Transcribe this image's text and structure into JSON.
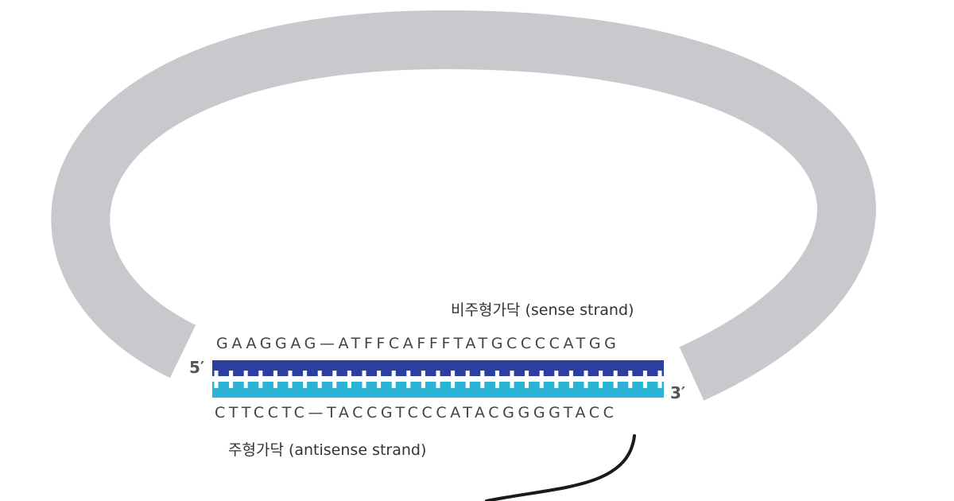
{
  "labels": {
    "sense_strand": "비주형가닥 (sense strand)",
    "antisense_strand": "주형가닥 (antisense strand)",
    "five_prime": "5′",
    "three_prime": "3′"
  },
  "sequences": {
    "top": "GAAGGAG—ATFFCAFFFTATGCCCCATGG",
    "bottom": "CTTCCTC—TACCGTCCCATACGGGGTACC"
  },
  "colors": {
    "plasmid_ring": "#c8c9cc",
    "sense_band": "#2b3fa0",
    "antisense_band": "#2bb3d6",
    "base_pair_ticks": "#ffffff",
    "pointer_line": "#1a1a1a"
  }
}
